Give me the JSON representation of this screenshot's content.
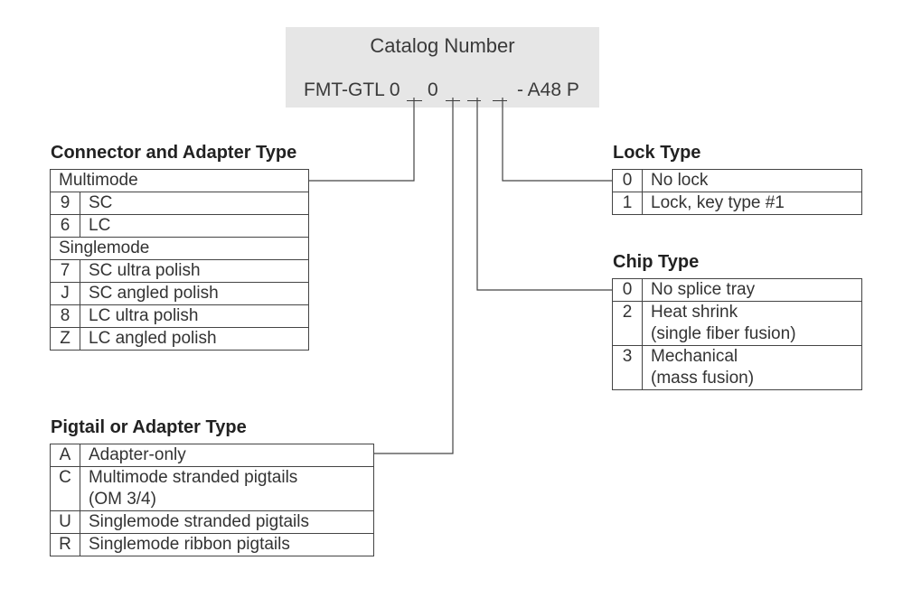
{
  "catalog": {
    "title": "Catalog Number",
    "prefix": "FMT-GTL 0",
    "middle": "0",
    "suffix": "- A48 P"
  },
  "connector": {
    "title": "Connector and Adapter Type",
    "groups": [
      {
        "name": "Multimode",
        "rows": [
          {
            "code": "9",
            "label": "SC"
          },
          {
            "code": "6",
            "label": "LC"
          }
        ]
      },
      {
        "name": "Singlemode",
        "rows": [
          {
            "code": "7",
            "label": "SC ultra polish"
          },
          {
            "code": "J",
            "label": "SC angled polish"
          },
          {
            "code": "8",
            "label": "LC ultra polish"
          },
          {
            "code": "Z",
            "label": "LC angled polish"
          }
        ]
      }
    ]
  },
  "pigtail": {
    "title": "Pigtail or Adapter Type",
    "rows": [
      {
        "code": "A",
        "label": "Adapter-only"
      },
      {
        "code": "C",
        "label": "Multimode stranded pigtails",
        "label2": "(OM 3/4)"
      },
      {
        "code": "U",
        "label": "Singlemode stranded pigtails"
      },
      {
        "code": "R",
        "label": "Singlemode ribbon pigtails"
      }
    ]
  },
  "lock": {
    "title": "Lock Type",
    "rows": [
      {
        "code": "0",
        "label": "No lock"
      },
      {
        "code": "1",
        "label": "Lock, key type #1"
      }
    ]
  },
  "chip": {
    "title": "Chip Type",
    "rows": [
      {
        "code": "0",
        "label": "No splice tray"
      },
      {
        "code": "2",
        "label": "Heat shrink",
        "label2": "(single fiber fusion)"
      },
      {
        "code": "3",
        "label": "Mechanical",
        "label2": "(mass fusion)"
      }
    ]
  }
}
